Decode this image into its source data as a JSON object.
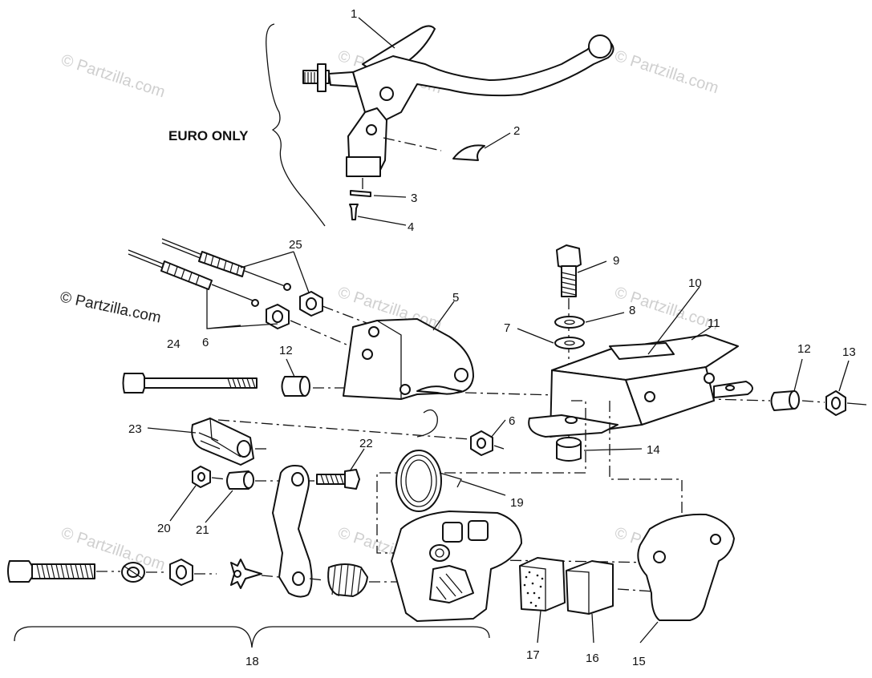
{
  "diagram": {
    "section_label": "EURO ONLY",
    "watermark_text": "© Partzilla.com",
    "callouts": {
      "c1": "1",
      "c2": "2",
      "c3": "3",
      "c4": "4",
      "c5": "5",
      "c6a": "6",
      "c6b": "6",
      "c7": "7",
      "c8": "8",
      "c9": "9",
      "c10": "10",
      "c11": "11",
      "c12a": "12",
      "c12b": "12",
      "c13": "13",
      "c14": "14",
      "c15": "15",
      "c16": "16",
      "c17": "17",
      "c18": "18",
      "c19": "19",
      "c20": "20",
      "c21": "21",
      "c22": "22",
      "c23": "23",
      "c24": "24",
      "c25": "25"
    }
  }
}
